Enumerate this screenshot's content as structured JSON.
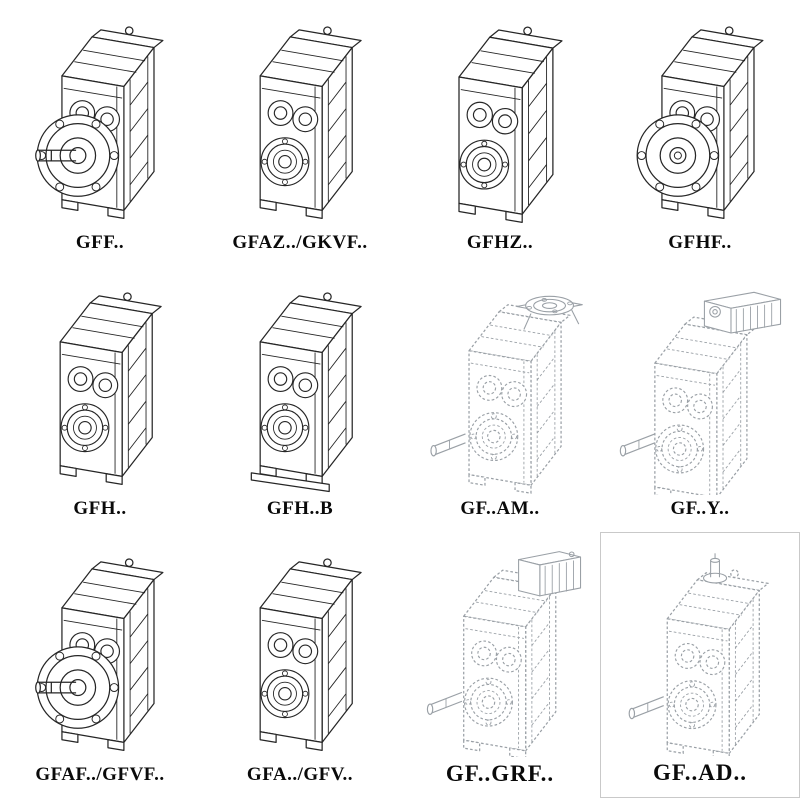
{
  "page": {
    "background": "#ffffff",
    "ink": "#262626",
    "dashed_ink": "#9aa0a6",
    "caption_color": "#0a0a0a"
  },
  "cells": [
    {
      "label": "GFF..",
      "drawing": "parallel-shaft gearbox, output flange with solid shaft, solid lines"
    },
    {
      "label": "GFAZ../GKVF..",
      "drawing": "parallel-shaft gearbox, front bearing bosses, solid lines"
    },
    {
      "label": "GFHZ..",
      "drawing": "parallel-shaft hollow-shaft gearbox, solid lines"
    },
    {
      "label": "GFHF..",
      "drawing": "parallel-shaft gearbox with bolt-hole flange, solid lines"
    },
    {
      "label": "GFH..",
      "drawing": "parallel-shaft hollow-shaft gearbox, solid lines"
    },
    {
      "label": "GFH..B",
      "drawing": "parallel-shaft hollow-shaft gearbox with base plate, solid lines"
    },
    {
      "label": "GF..AM..",
      "drawing": "gearbox with IEC adapter flange on top, ghosted dashed outline, long input shaft"
    },
    {
      "label": "GF..Y..",
      "drawing": "gearmotor with motor mounted on top, ghosted dashed outline"
    },
    {
      "label": "GFAF../GFVF..",
      "drawing": "parallel-shaft gearbox, output flange with solid shaft, solid lines"
    },
    {
      "label": "GFA../GFV..",
      "drawing": "parallel-shaft gearbox, front bearing bosses, solid lines"
    },
    {
      "label": "GF..GRF..",
      "drawing": "gearbox with finned adapter block on top, ghosted dashed outline"
    },
    {
      "label": "GF..AD..",
      "drawing": "gearbox with top input shaft adapter, ghosted dashed outline"
    }
  ]
}
